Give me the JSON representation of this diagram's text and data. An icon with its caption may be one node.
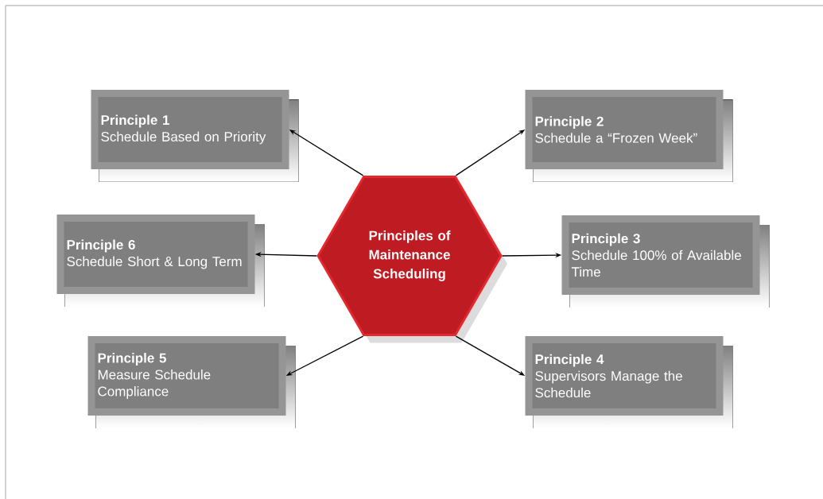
{
  "diagram": {
    "nodes": [
      {
        "text": [
          "Principles of Maintenance Scheduling"
        ]
      },
      {
        "text": [
          "Principle 1",
          "Schedule Based on Priority"
        ]
      },
      {
        "text": [
          "Principle 2",
          "Schedule a “Frozen Week”"
        ]
      },
      {
        "text": [
          "Principle 6",
          "Schedule Short & Long Term"
        ]
      },
      {
        "text": [
          "Principle 3",
          "Schedule 100% of Available Time"
        ]
      },
      {
        "text": [
          "Principle 5",
          "Measure Schedule Compliance"
        ]
      },
      {
        "text": [
          "Principle 4",
          "Supervisors Manage the Schedule"
        ]
      }
    ],
    "edges": [
      {
        "from": 0,
        "to": 1,
        "arrow": "to"
      },
      {
        "from": 0,
        "to": 2,
        "arrow": "to"
      },
      {
        "from": 0,
        "to": 3,
        "arrow": "to"
      },
      {
        "from": 0,
        "to": 4,
        "arrow": "to"
      },
      {
        "from": 0,
        "to": 5,
        "arrow": "to"
      },
      {
        "from": 0,
        "to": 6,
        "arrow": "to"
      }
    ]
  }
}
